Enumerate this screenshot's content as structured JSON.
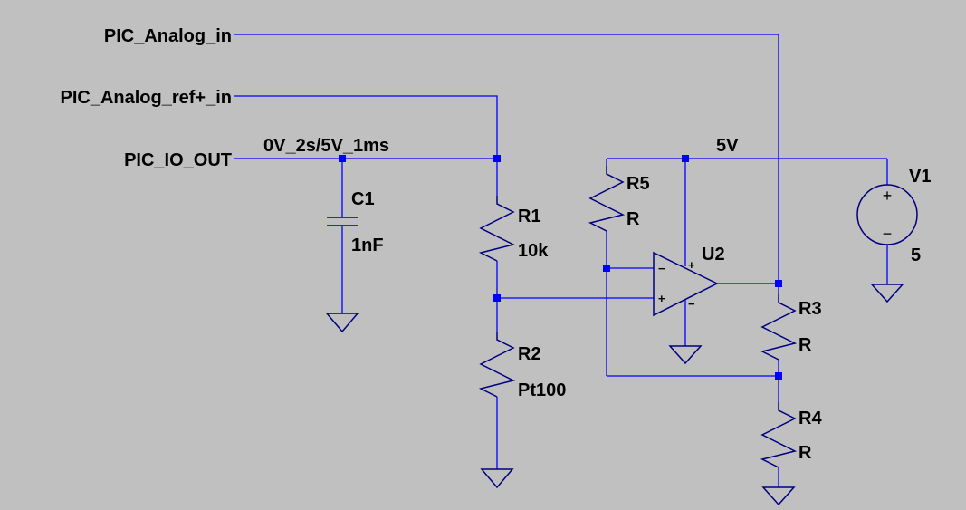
{
  "colors": {
    "background": "#c0c0c0",
    "wire": "#0000ff",
    "component": "#000080",
    "junction": "#0000ff",
    "text": "#000000"
  },
  "nets": {
    "pic_analog_in": "PIC_Analog_in",
    "pic_analog_ref_in": "PIC_Analog_ref+_in",
    "pic_io_out": "PIC_IO_OUT",
    "pulse_source": "0V_2s/5V_1ms",
    "supply_5v": "5V"
  },
  "components": {
    "c1": {
      "ref": "C1",
      "value": "1nF"
    },
    "r1": {
      "ref": "R1",
      "value": "10k"
    },
    "r2": {
      "ref": "R2",
      "value": "Pt100"
    },
    "r3": {
      "ref": "R3",
      "value": "R"
    },
    "r4": {
      "ref": "R4",
      "value": "R"
    },
    "r5": {
      "ref": "R5",
      "value": "R"
    },
    "u2": {
      "ref": "U2",
      "minus": "−",
      "plus": "+"
    },
    "v1": {
      "ref": "V1",
      "value": "5",
      "plus": "+",
      "minus": "−"
    }
  }
}
